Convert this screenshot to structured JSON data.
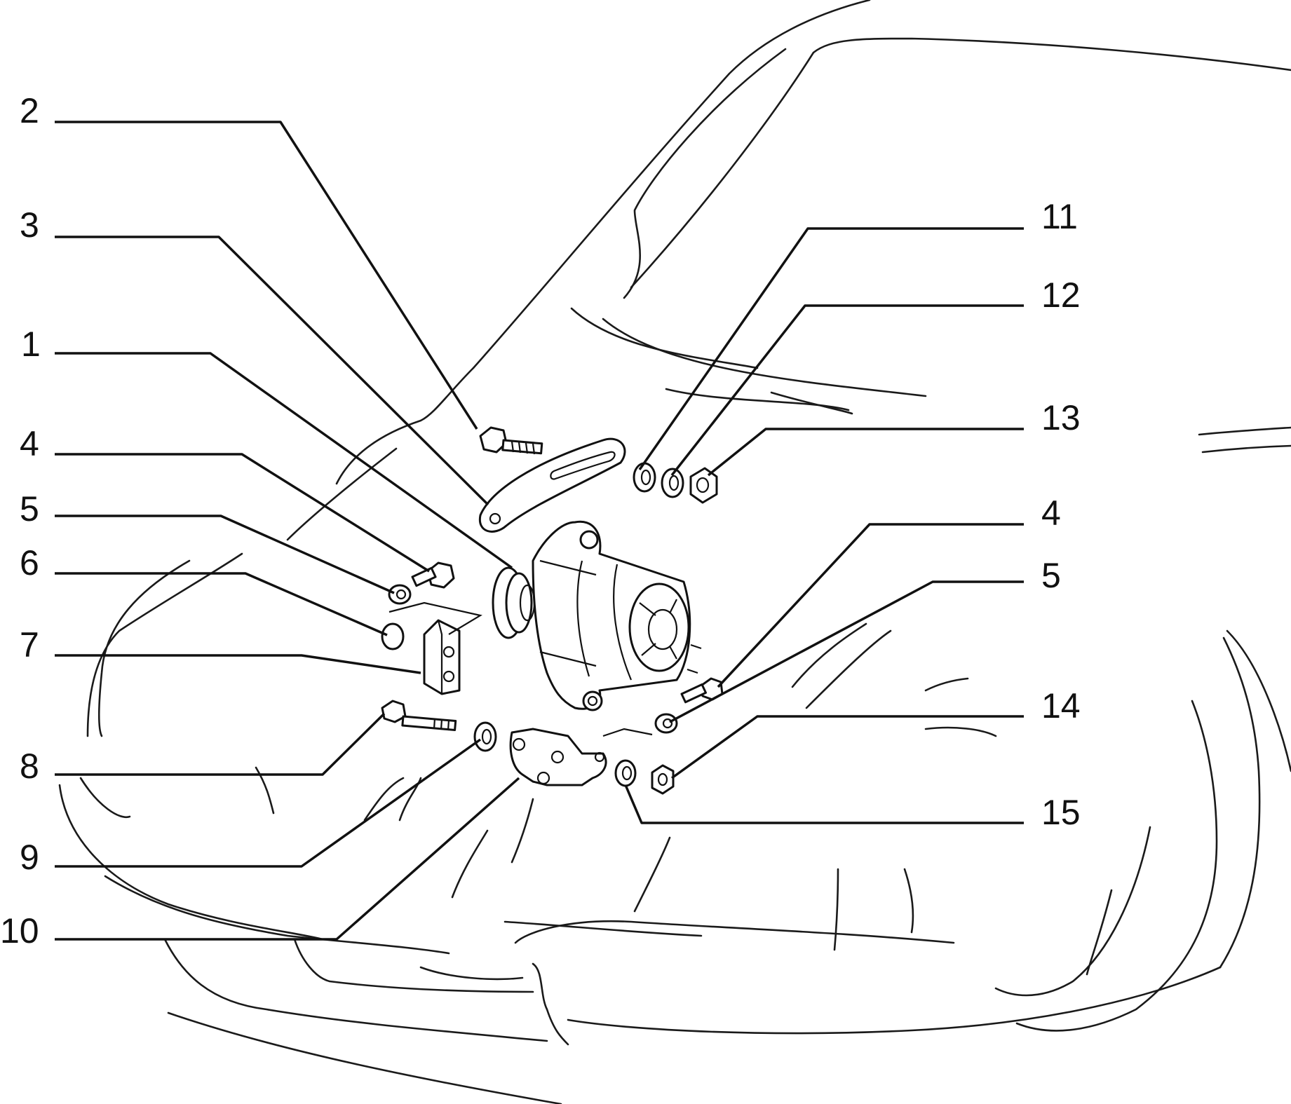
{
  "diagram": {
    "callouts": [
      {
        "id": "2",
        "label": "2"
      },
      {
        "id": "3",
        "label": "3"
      },
      {
        "id": "1",
        "label": "1"
      },
      {
        "id": "4-left",
        "label": "4"
      },
      {
        "id": "5-left",
        "label": "5"
      },
      {
        "id": "6",
        "label": "6"
      },
      {
        "id": "7",
        "label": "7"
      },
      {
        "id": "8",
        "label": "8"
      },
      {
        "id": "9",
        "label": "9"
      },
      {
        "id": "10",
        "label": "10"
      },
      {
        "id": "11",
        "label": "11"
      },
      {
        "id": "12",
        "label": "12"
      },
      {
        "id": "13",
        "label": "13"
      },
      {
        "id": "4-right",
        "label": "4"
      },
      {
        "id": "5-right",
        "label": "5"
      },
      {
        "id": "14",
        "label": "14"
      },
      {
        "id": "15",
        "label": "15"
      }
    ],
    "colors": {
      "ink": "#111111",
      "paper": "#ffffff"
    }
  }
}
